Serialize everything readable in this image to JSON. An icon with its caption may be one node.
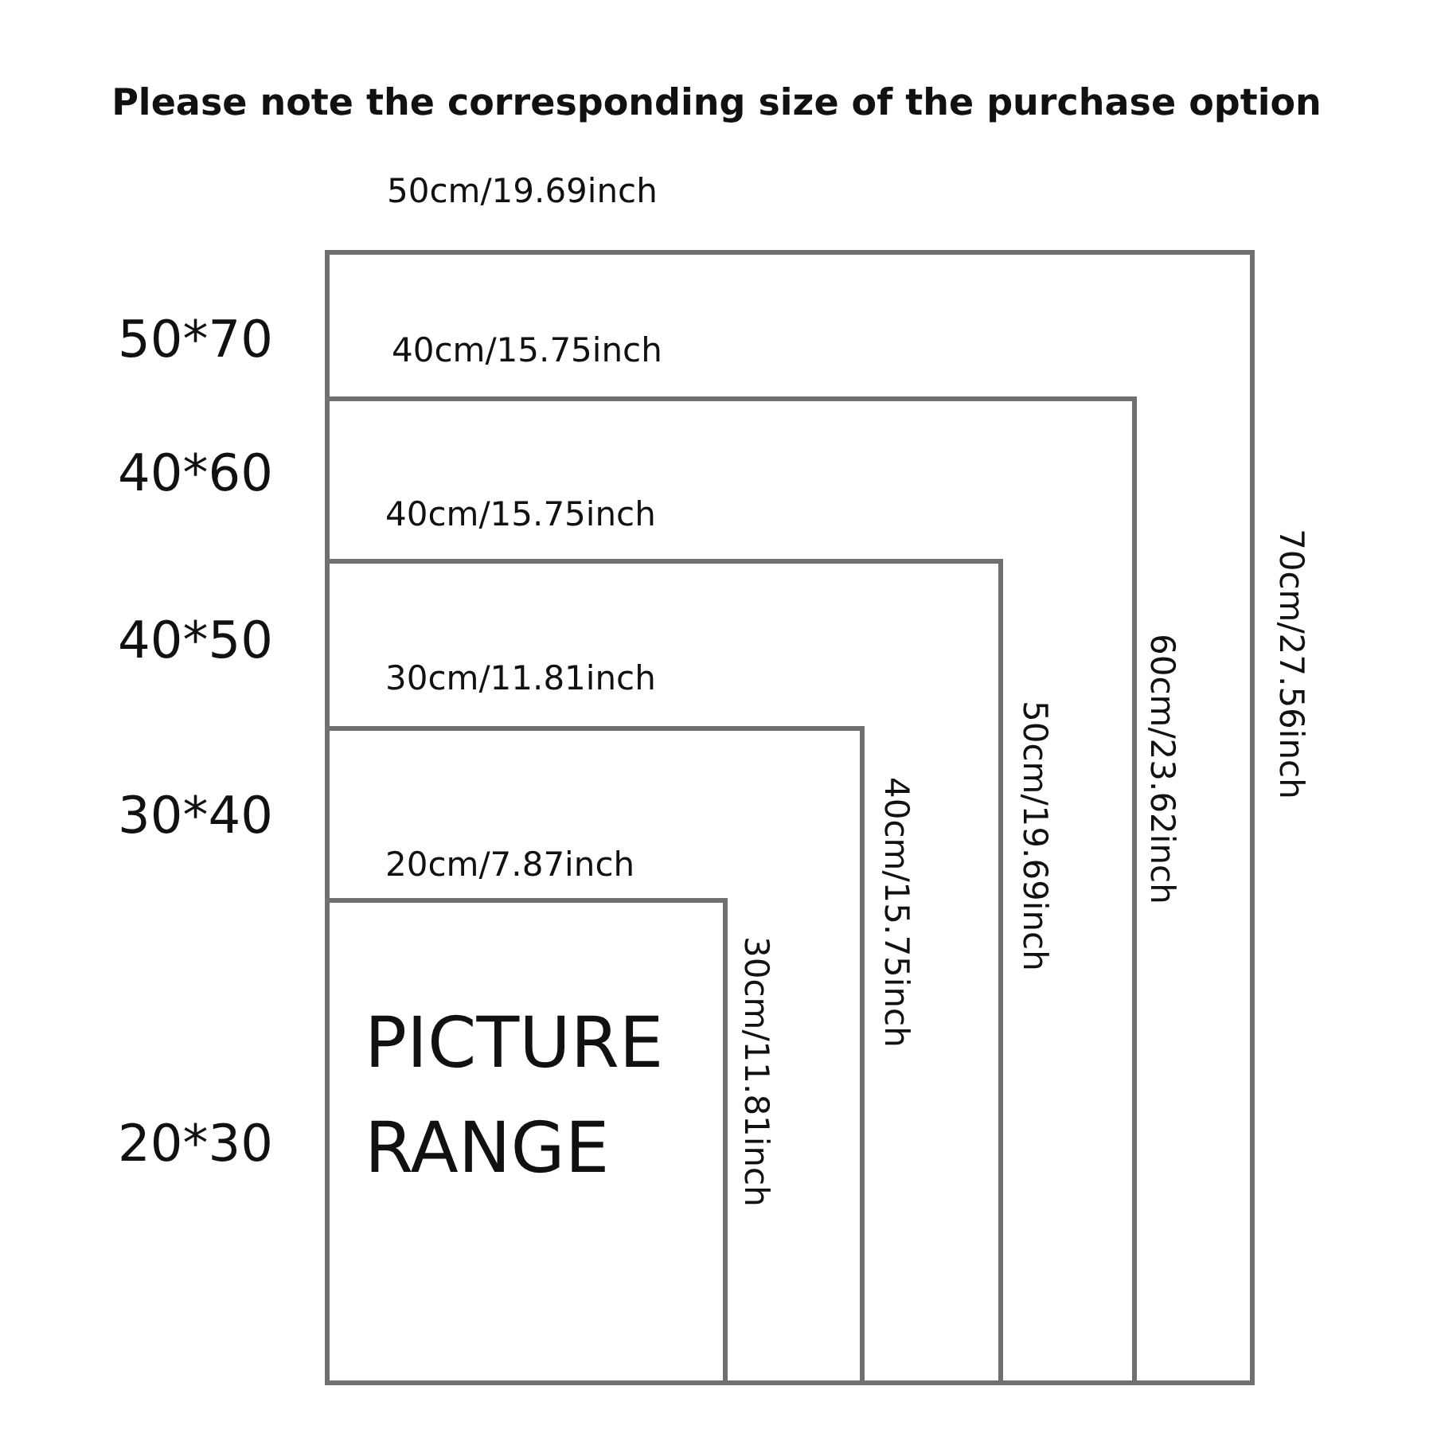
{
  "diagram": {
    "title": "Please note the corresponding size of the purchase option",
    "nodes": [
      {
        "text": [],
        "shape": "box",
        "beside": [
          "50*70"
        ]
      },
      {
        "text": [],
        "shape": "box",
        "beside": [
          "40*60"
        ],
        "in": 0
      },
      {
        "text": [],
        "shape": "box",
        "beside": [
          "40*50"
        ],
        "in": 1
      },
      {
        "text": [],
        "shape": "box",
        "beside": [
          "30*40"
        ],
        "in": 2
      },
      {
        "text": [
          "PICTURE RANGE"
        ],
        "beside": [
          "20*30"
        ],
        "in": 3
      }
    ],
    "labels": [
      "50cm/19.69inch",
      "40cm/15.75inch",
      "40cm/15.75inch",
      "30cm/11.81inch",
      "20cm/7.87inch",
      "30cm/11.81inch",
      "40cm/15.75inch",
      "50cm/19.69inch",
      "60cm/23.62inch",
      "70cm/27.56inch"
    ]
  }
}
